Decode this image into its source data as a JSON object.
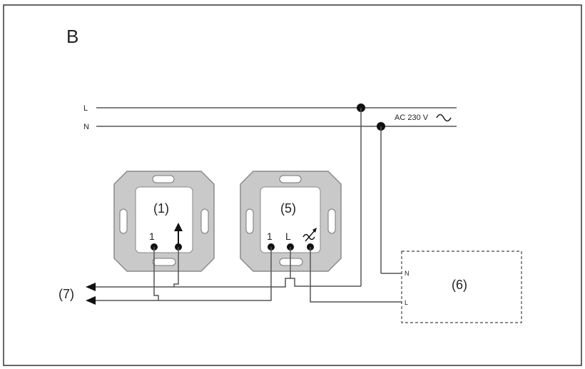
{
  "figure_letter": "B",
  "lines": {
    "line": "L",
    "neutral": "N"
  },
  "supply": {
    "label": "AC 230 V",
    "symbol": "~"
  },
  "device1": {
    "label": "(1)",
    "terminal_1": "1"
  },
  "device5": {
    "label": "(5)",
    "terminal_1": "1",
    "terminal_L": "L"
  },
  "device6": {
    "label": "(6)",
    "terminal_N": "N",
    "terminal_L": "L"
  },
  "outputs": {
    "label": "(7)"
  },
  "colors": {
    "wire": "#555555",
    "plate": "#c9c9c9",
    "plate_edge": "#8a8a8a",
    "dot": "#111111",
    "frame": "#333333"
  }
}
